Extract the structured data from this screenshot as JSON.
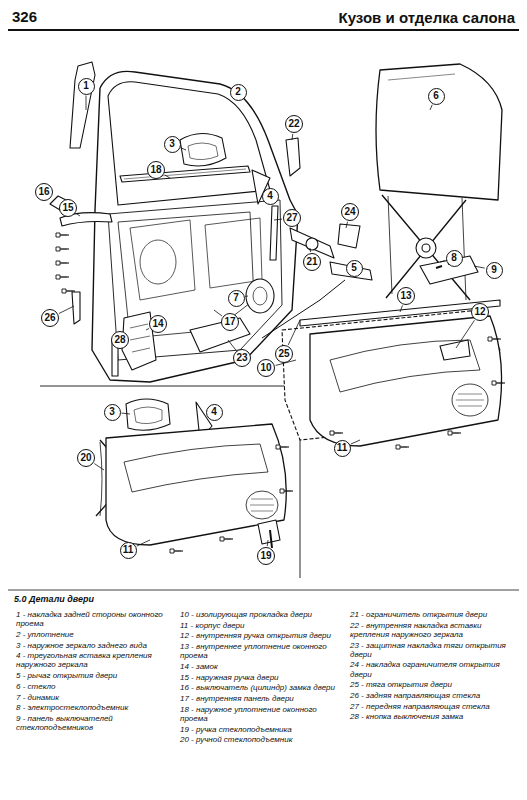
{
  "diagram": {
    "title": "Кузов и отделка салона",
    "caption": "5.0 Детали двери",
    "nodes": [
      {
        "text": [
          "1"
        ]
      },
      {
        "text": [
          "2"
        ]
      },
      {
        "text": [
          "6"
        ]
      },
      {
        "text": [
          "22"
        ]
      },
      {
        "text": [
          "3"
        ]
      },
      {
        "text": [
          "18"
        ]
      },
      {
        "text": [
          "4"
        ]
      },
      {
        "text": [
          "27"
        ]
      },
      {
        "text": [
          "24"
        ]
      },
      {
        "text": [
          "16"
        ]
      },
      {
        "text": [
          "15"
        ]
      },
      {
        "text": [
          "21"
        ]
      },
      {
        "text": [
          "5"
        ]
      },
      {
        "text": [
          "8"
        ]
      },
      {
        "text": [
          "9"
        ]
      },
      {
        "text": [
          "7"
        ]
      },
      {
        "text": [
          "13"
        ]
      },
      {
        "text": [
          "12"
        ]
      },
      {
        "text": [
          "26"
        ]
      },
      {
        "text": [
          "17"
        ]
      },
      {
        "text": [
          "14"
        ]
      },
      {
        "text": [
          "28"
        ]
      },
      {
        "text": [
          "23"
        ]
      },
      {
        "text": [
          "25"
        ]
      },
      {
        "text": [
          "10"
        ]
      },
      {
        "text": [
          "11"
        ]
      },
      {
        "text": [
          "3"
        ]
      },
      {
        "text": [
          "4"
        ]
      },
      {
        "text": [
          "20"
        ]
      },
      {
        "text": [
          "11"
        ]
      },
      {
        "text": [
          "19"
        ]
      }
    ],
    "labels": [
      "326",
      "1 - накладка задней стороны оконного проема",
      "2 - уплотнение",
      "3 - наружное зеркало заднего вида",
      "4 - треугольная вставка крепления наружного зеркала",
      "5 - рычаг открытия двери",
      "6 - стекло",
      "7 - динамик",
      "8 - электростеклоподъемник",
      "9 - панель выключателей стеклоподъемников",
      "10 - изолирующая прокладка двери",
      "11 - корпус двери",
      "12 - внутренняя ручка открытия двери",
      "13 - внутреннее уплотнение оконного проема",
      "14 - замок",
      "15 - наружная ручка двери",
      "16 - выключатель (цилиндр) замка двери",
      "17 - внутренняя панель двери",
      "18 - наружное уплотнение оконного проема",
      "19 - ручка стеклоподъемника",
      "20 - ручной стеклоподъемник",
      "21 - ограничитель открытия двери",
      "22 - внутренняя накладка вставки крепления наружного зеркала",
      "23 - защитная накладка тяги открытия двери",
      "24 - накладка ограничителя открытия двери",
      "25 - тяга открытия двери",
      "26 - задняя направляющая стекла",
      "27 - передняя направляющая стекла",
      "28 - кнопка выключения замка"
    ]
  }
}
